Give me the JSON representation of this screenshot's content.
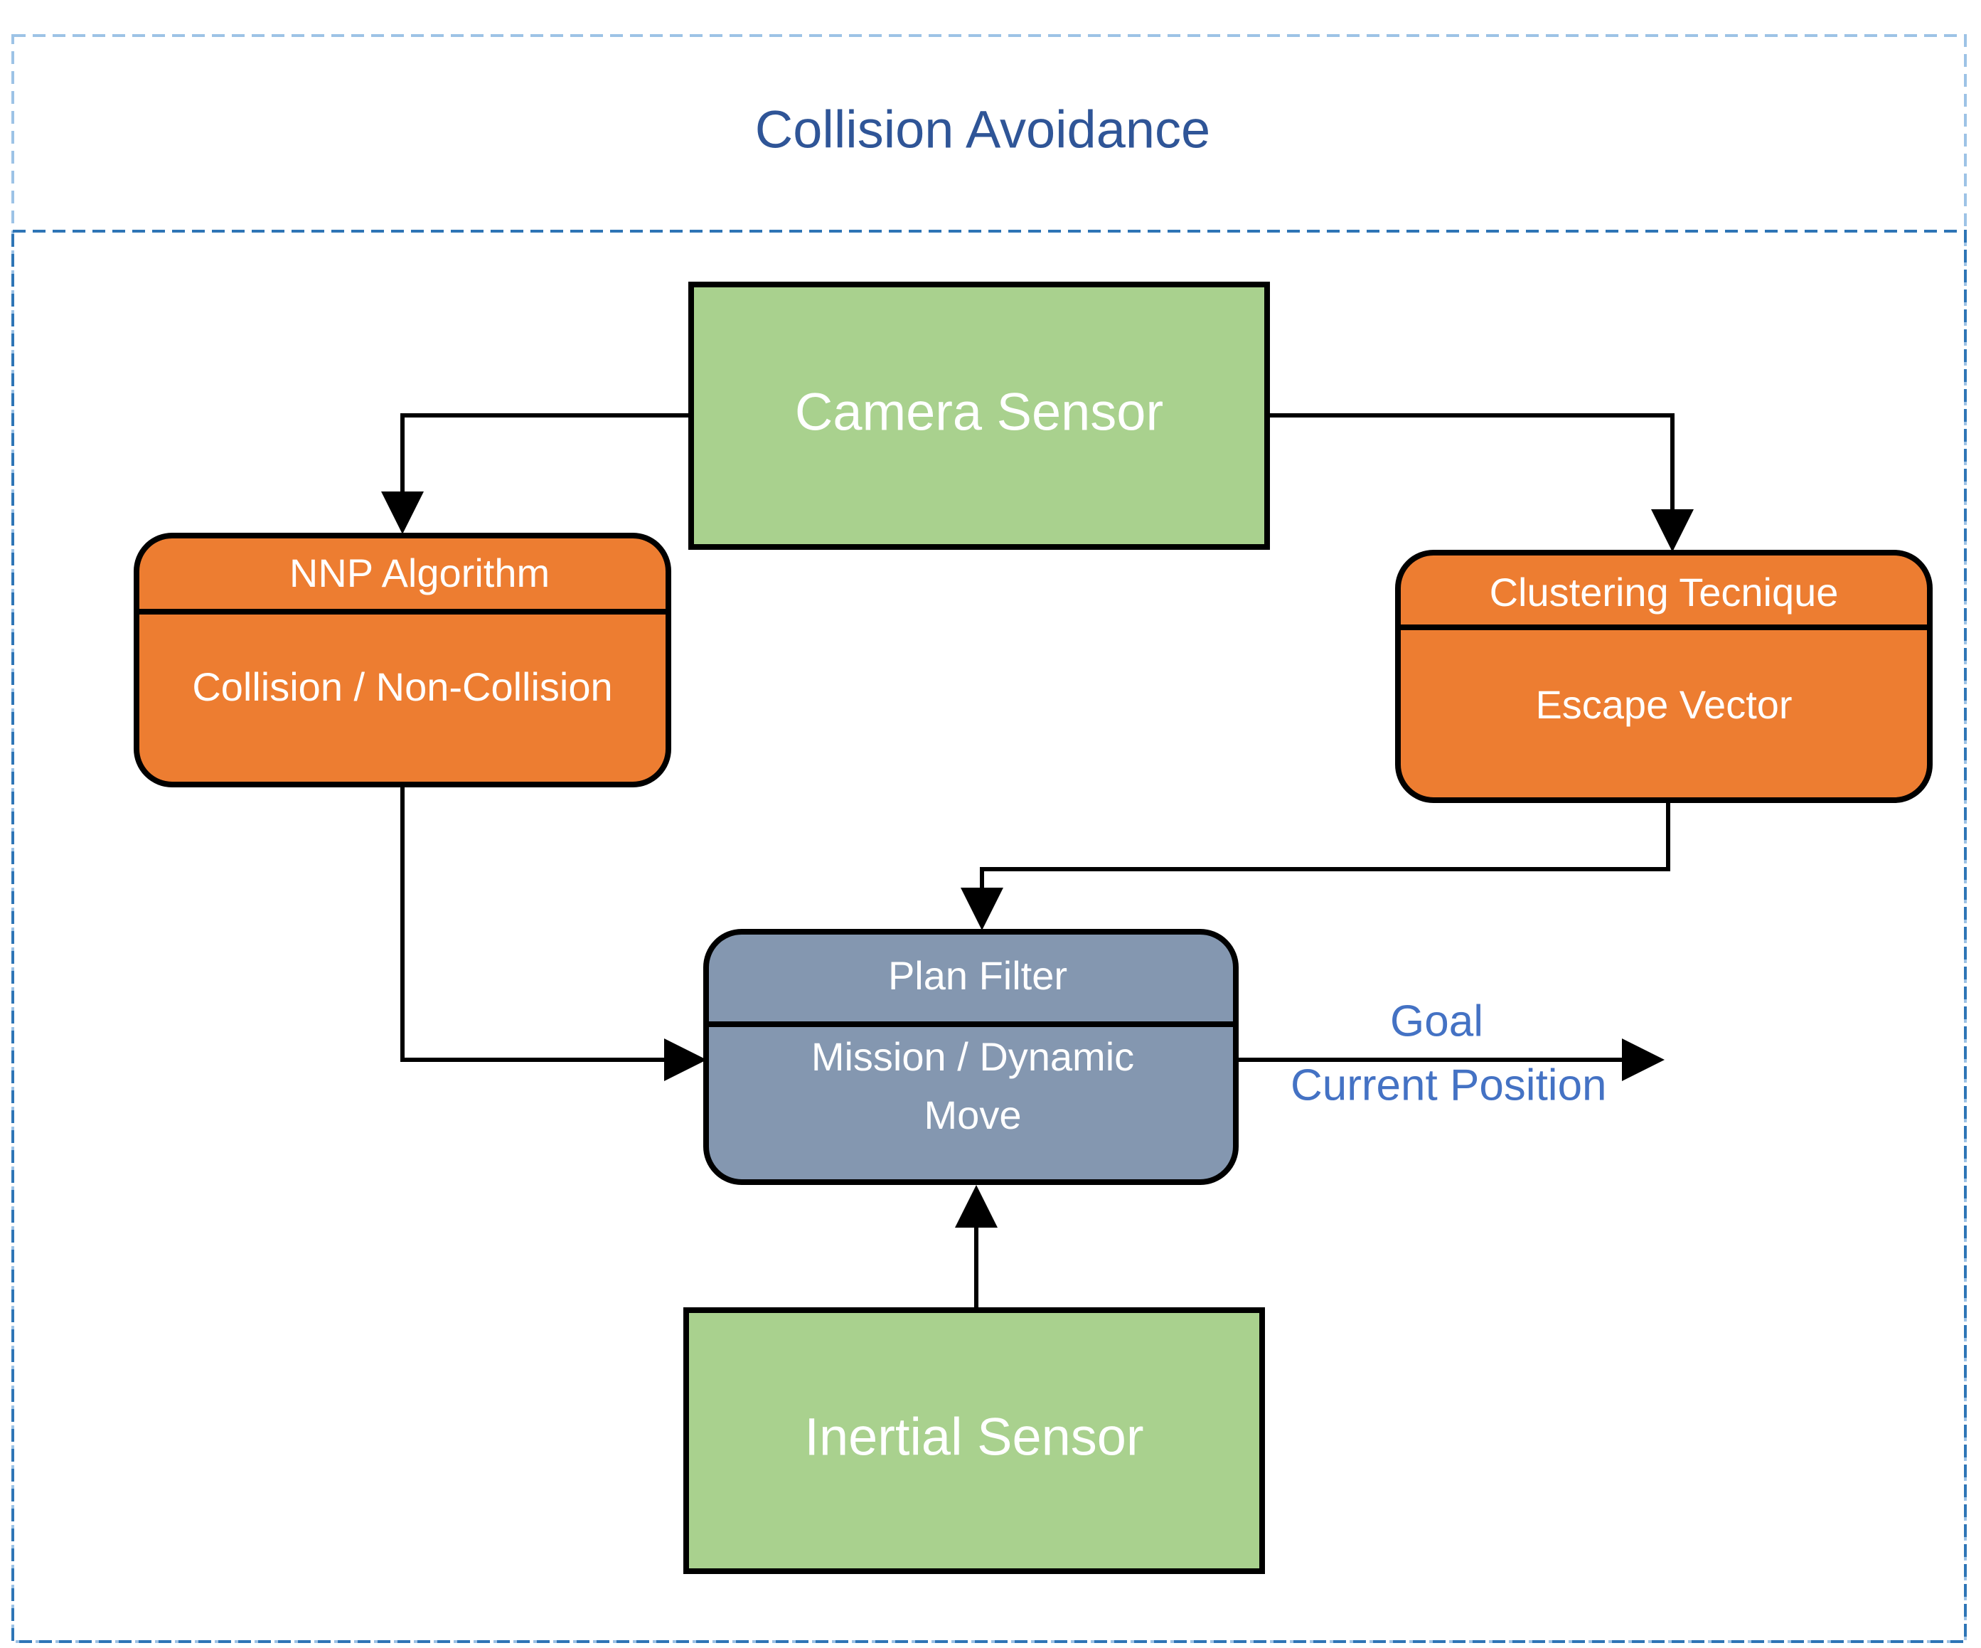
{
  "title": "Collision Avoidance",
  "colors": {
    "sensor_fill": "#A9D18E",
    "algorithm_fill": "#ED7D31",
    "filter_fill": "#8497B0",
    "title_color": "#2F5597",
    "label_color": "#4472C4",
    "frame_border": "#9DC3E6",
    "inner_border": "#2E75B6"
  },
  "nodes": {
    "camera_sensor": {
      "label": "Camera Sensor"
    },
    "nnp_algorithm": {
      "header": "NNP Algorithm",
      "body": "Collision / Non-Collision"
    },
    "clustering": {
      "header": "Clustering Tecnique",
      "body": "Escape Vector"
    },
    "plan_filter": {
      "header": "Plan Filter",
      "body_line1": "Mission / Dynamic",
      "body_line2": "Move"
    },
    "inertial_sensor": {
      "label": "Inertial Sensor"
    }
  },
  "output": {
    "goal_label": "Goal",
    "position_label": "Current Position"
  },
  "edges": [
    {
      "from": "camera_sensor",
      "to": "nnp_algorithm"
    },
    {
      "from": "camera_sensor",
      "to": "clustering"
    },
    {
      "from": "nnp_algorithm",
      "to": "plan_filter"
    },
    {
      "from": "clustering",
      "to": "plan_filter"
    },
    {
      "from": "inertial_sensor",
      "to": "plan_filter"
    },
    {
      "from": "plan_filter",
      "to": "output"
    }
  ]
}
